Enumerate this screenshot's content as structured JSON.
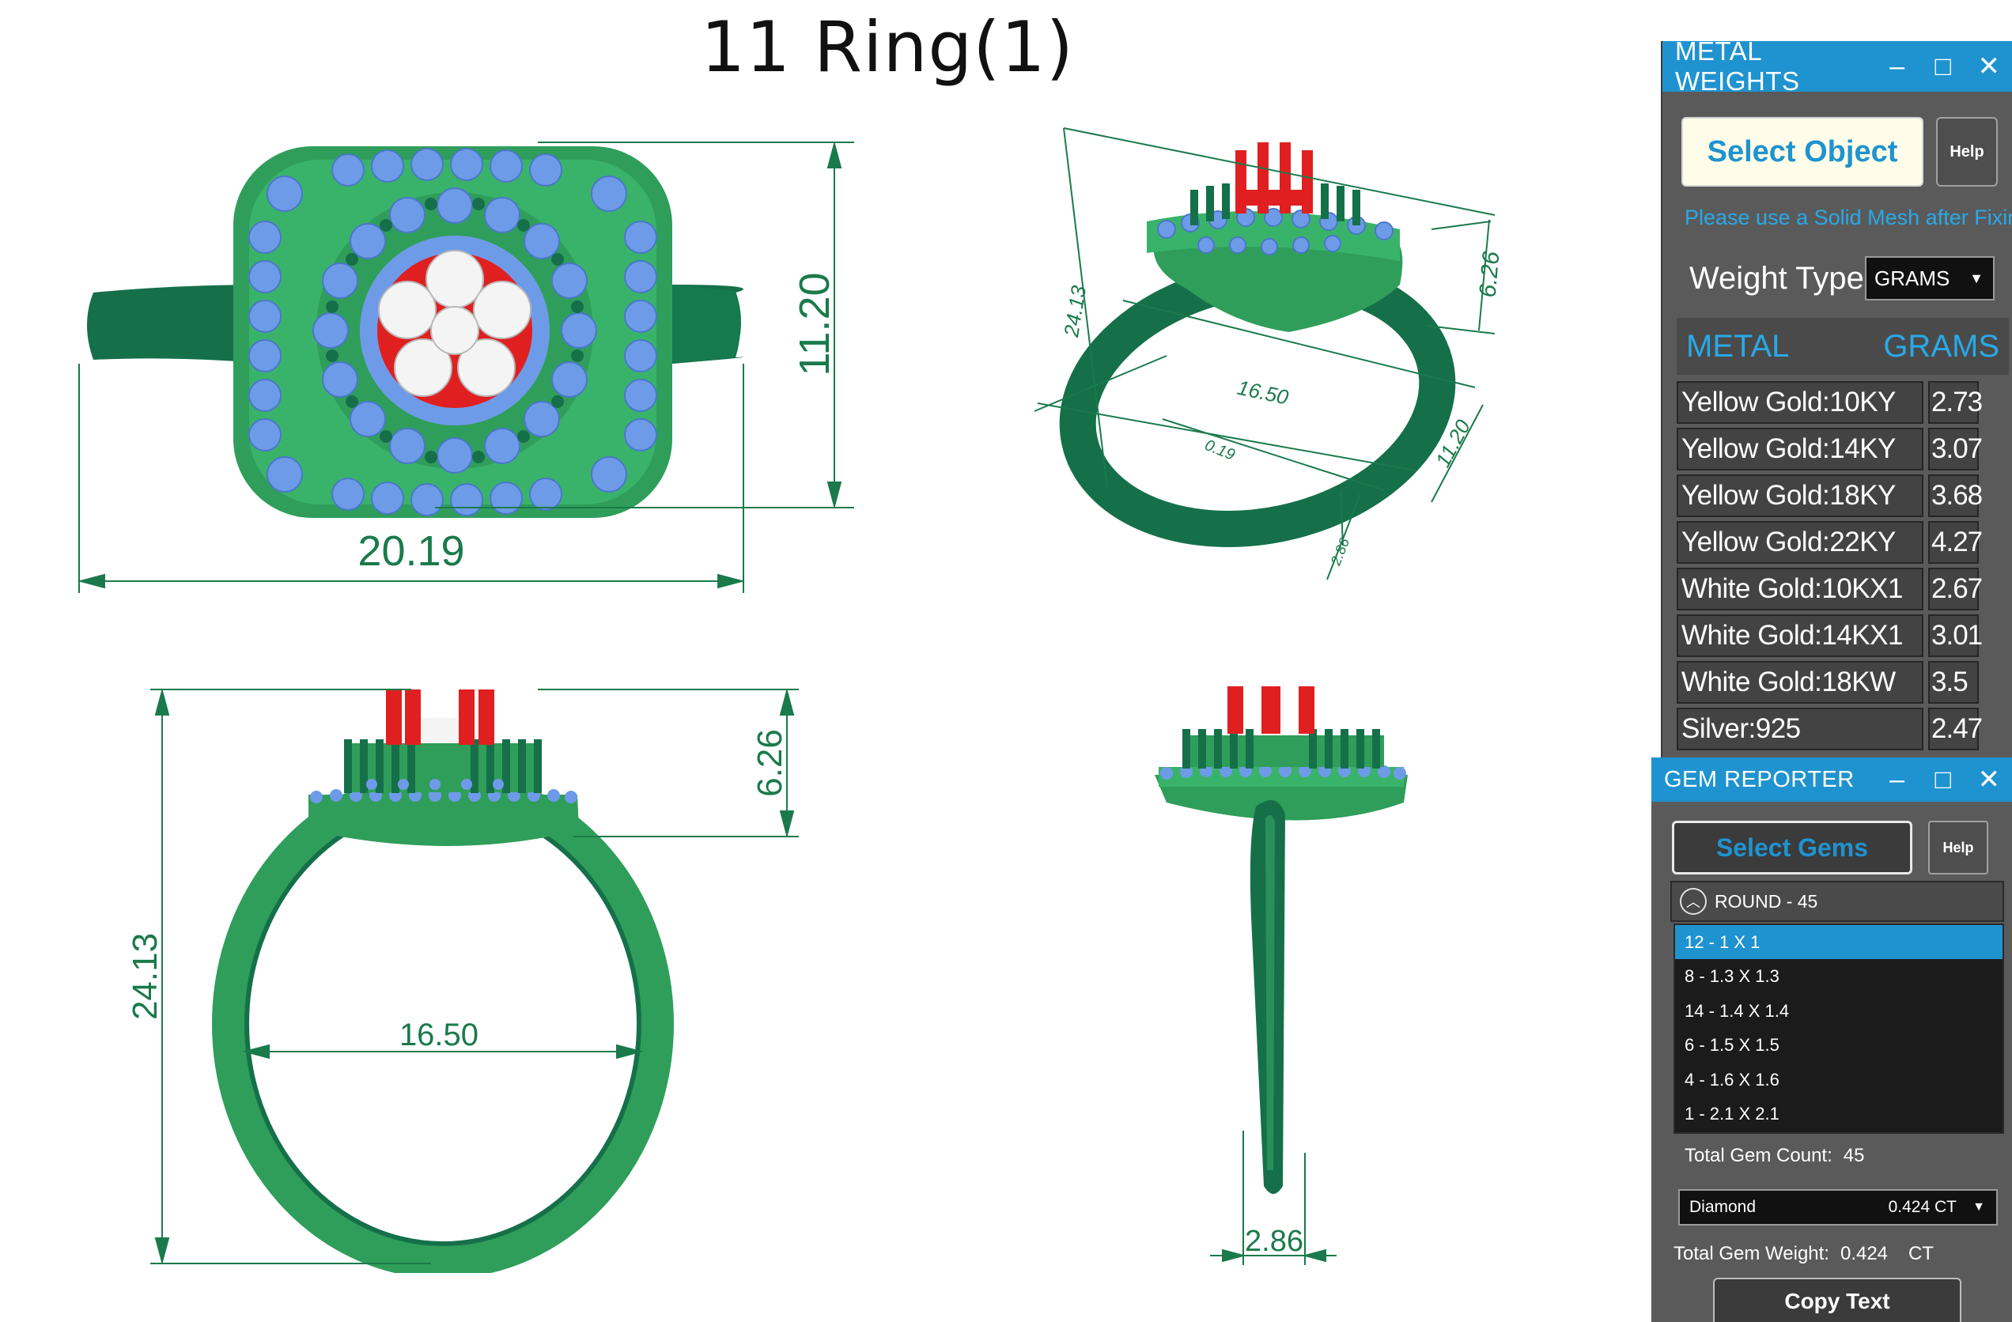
{
  "drawing": {
    "title": "11 Ring(1)",
    "top_view": {
      "width_dim": "20.19",
      "height_dim": "11.20"
    },
    "iso_view": {
      "height_dim": "24.13",
      "top_dim": "6.26",
      "inner_dim": "16.50",
      "width_dim": "11.20",
      "band_dim": "2.86",
      "partial_dim": "0.19"
    },
    "front_view": {
      "height_dim": "24.13",
      "head_dim": "6.26",
      "inner_dim": "16.50"
    },
    "side_view": {
      "band_dim": "2.86"
    }
  },
  "metal_weights": {
    "title": "METAL WEIGHTS",
    "minimize": "–",
    "maximize": "□",
    "close": "✕",
    "select_object_label": "Select Object",
    "help_label": "Help",
    "note": "Please use a Solid Mesh after Fixing",
    "weight_type_label": "Weight Type",
    "weight_type_value": "GRAMS",
    "col_metal": "METAL",
    "col_grams": "GRAMS",
    "rows": [
      {
        "name": "Yellow Gold:10KY",
        "value": "2.73"
      },
      {
        "name": "Yellow Gold:14KY",
        "value": "3.07"
      },
      {
        "name": "Yellow Gold:18KY",
        "value": "3.68"
      },
      {
        "name": "Yellow Gold:22KY",
        "value": "4.27"
      },
      {
        "name": "White Gold:10KX1",
        "value": "2.67"
      },
      {
        "name": "White Gold:14KX1",
        "value": "3.01"
      },
      {
        "name": "White Gold:18KW",
        "value": "3.5"
      },
      {
        "name": "Silver:925",
        "value": "2.47"
      }
    ]
  },
  "gem_reporter": {
    "title": "GEM REPORTER",
    "minimize": "–",
    "maximize": "□",
    "close": "✕",
    "select_gems_label": "Select Gems",
    "help_label": "Help",
    "group_label": "ROUND - 45",
    "items": [
      {
        "label": "12 - 1 X 1"
      },
      {
        "label": "8 - 1.3 X 1.3"
      },
      {
        "label": "14 - 1.4 X 1.4"
      },
      {
        "label": "6 - 1.5 X 1.5"
      },
      {
        "label": "4 - 1.6 X 1.6"
      },
      {
        "label": "1 - 2.1 X 2.1"
      }
    ],
    "total_count_label": "Total Gem Count:",
    "total_count_value": "45",
    "gem_type": "Diamond",
    "gem_type_value": "0.424 CT",
    "total_weight_label": "Total Gem Weight:",
    "total_weight_value": "0.424",
    "total_weight_unit": "CT",
    "copy_text_label": "Copy Text"
  },
  "colors": {
    "metal_green": "#2f9e5a",
    "dark_green": "#15704a",
    "gem_blue": "#6e9be8",
    "prong_red": "#e02020",
    "accent_blue": "#1f93cf",
    "dimension_green": "#1a7a4c"
  }
}
